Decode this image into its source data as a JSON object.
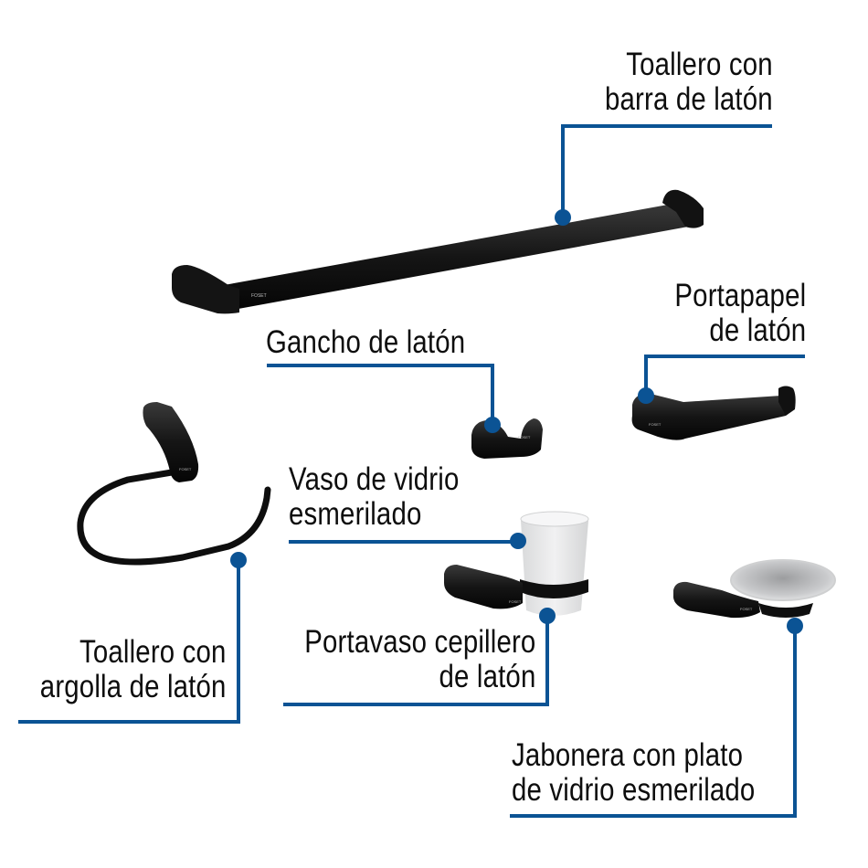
{
  "accent_color": "#0b5394",
  "product_color": "#111111",
  "glass_color": "#e6e7e8",
  "brand_mark": "FOSET",
  "callouts": [
    {
      "id": "towel-bar",
      "lines": [
        "Toallero con",
        "barra de latón"
      ]
    },
    {
      "id": "robe-hook",
      "lines": [
        "Gancho de latón"
      ]
    },
    {
      "id": "paper-holder",
      "lines": [
        "Portapapel",
        "de latón"
      ]
    },
    {
      "id": "frosted-glass",
      "lines": [
        "Vaso de vidrio",
        "esmerilado"
      ]
    },
    {
      "id": "towel-ring",
      "lines": [
        "Toallero con",
        "argolla de latón"
      ]
    },
    {
      "id": "tumbler-holder",
      "lines": [
        "Portavaso cepillero",
        "de latón"
      ]
    },
    {
      "id": "soap-dish",
      "lines": [
        "Jabonera con plato",
        "de vidrio esmerilado"
      ]
    }
  ]
}
